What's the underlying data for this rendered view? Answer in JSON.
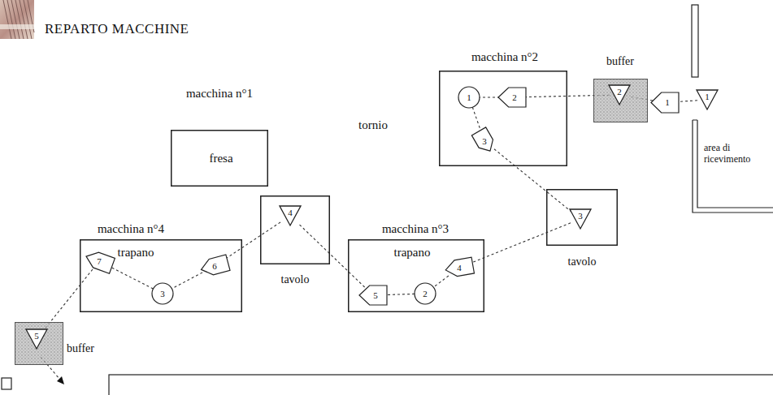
{
  "diagram": {
    "title": "REPARTO MACCHINE",
    "nodes": [
      {
        "text": [
          "macchina n°1",
          "fresa"
        ]
      },
      {
        "text": [
          "macchina n°2",
          "tornio"
        ]
      },
      {
        "text": [
          "1"
        ],
        "in": 1
      },
      {
        "text": [
          "2"
        ],
        "in": 1
      },
      {
        "text": [
          "3"
        ],
        "in": 1
      },
      {
        "text": [
          "buffer"
        ]
      },
      {
        "text": [
          "2"
        ],
        "in": 5
      },
      {
        "text": [
          "1"
        ]
      },
      {
        "text": [
          "1"
        ]
      },
      {
        "text": [
          "tavolo"
        ]
      },
      {
        "text": [
          "3"
        ],
        "in": 9
      },
      {
        "text": [
          "macchina n°4",
          "trapano"
        ]
      },
      {
        "text": [
          "7"
        ],
        "in": 11
      },
      {
        "text": [
          "3"
        ],
        "in": 11
      },
      {
        "text": [
          "6"
        ],
        "in": 11
      },
      {
        "text": [
          "tavolo"
        ]
      },
      {
        "text": [
          "4"
        ],
        "in": 15
      },
      {
        "text": [
          "macchina n°3",
          "trapano"
        ]
      },
      {
        "text": [
          "5"
        ],
        "in": 17
      },
      {
        "text": [
          "2"
        ],
        "in": 17
      },
      {
        "text": [
          "4"
        ],
        "in": 17
      },
      {
        "text": [
          "buffer"
        ]
      },
      {
        "text": [
          "5"
        ],
        "in": 21
      }
    ],
    "edges": [
      {
        "from": 8,
        "to": 7,
        "arrow": "none"
      },
      {
        "from": 7,
        "to": 6,
        "arrow": "none"
      },
      {
        "from": 6,
        "to": 3,
        "arrow": "none"
      },
      {
        "from": 3,
        "to": 2,
        "arrow": "none"
      },
      {
        "from": 2,
        "to": 4,
        "arrow": "none"
      },
      {
        "from": 4,
        "to": 10,
        "arrow": "none"
      },
      {
        "from": 10,
        "to": 20,
        "arrow": "none"
      },
      {
        "from": 20,
        "to": 19,
        "arrow": "none"
      },
      {
        "from": 19,
        "to": 18,
        "arrow": "none"
      },
      {
        "from": 18,
        "to": 16,
        "arrow": "none"
      },
      {
        "from": 16,
        "to": 14,
        "arrow": "none"
      },
      {
        "from": 14,
        "to": 13,
        "arrow": "none"
      },
      {
        "from": 13,
        "to": 12,
        "arrow": "none"
      },
      {
        "from": 12,
        "to": 22,
        "arrow": "none"
      }
    ],
    "labels": [
      "area di ricevimento"
    ]
  }
}
